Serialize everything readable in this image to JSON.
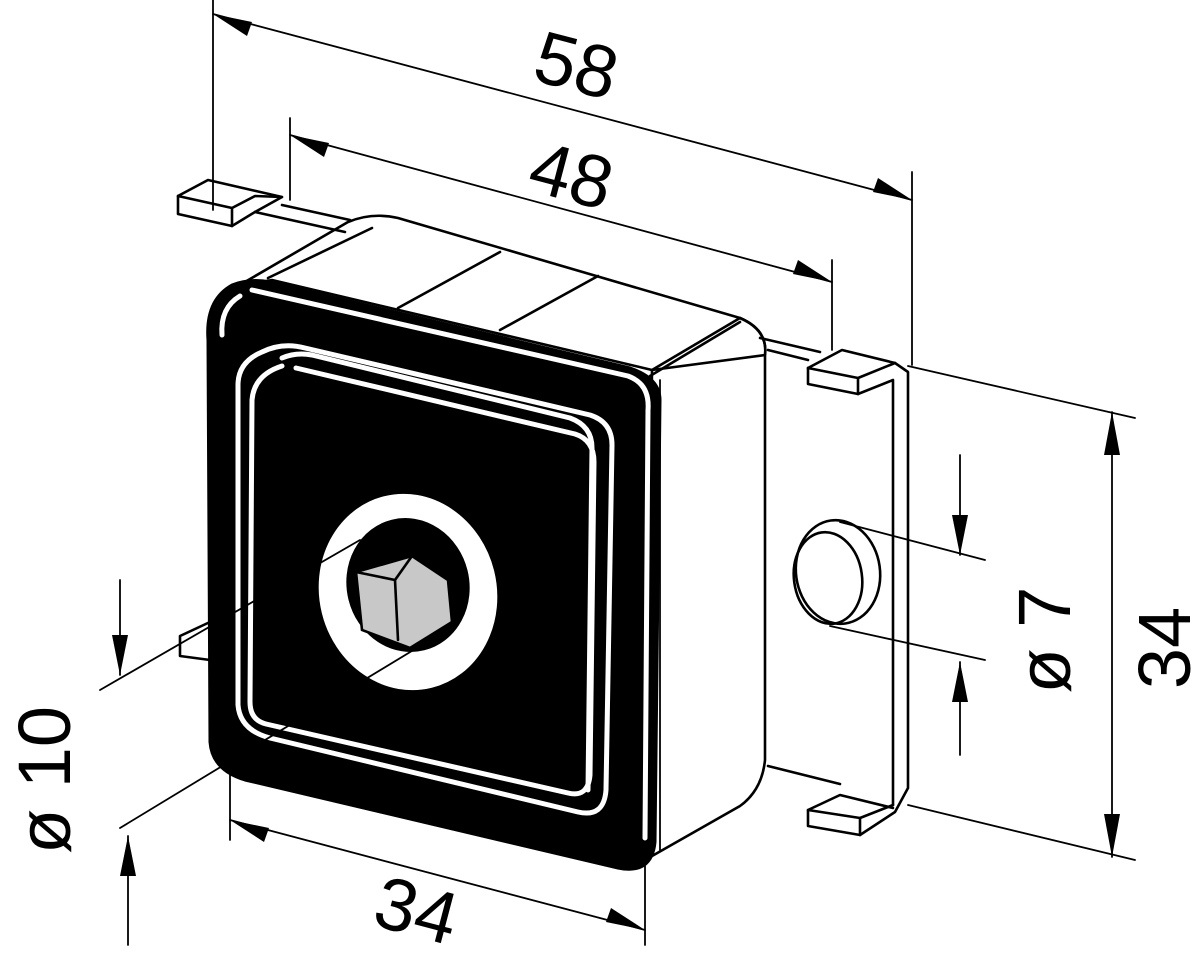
{
  "dimensions": {
    "overall_width": "58",
    "slot_spacing": "48",
    "body_width": "34",
    "body_height": "34",
    "hole_diameter": "ø 7",
    "center_hole_diameter": "ø 10"
  },
  "colors": {
    "line": "#000000",
    "face": "#000000",
    "body": "#ffffff",
    "inner_hole": "#c8c8c8",
    "side_shade": "#e6e6e6"
  }
}
